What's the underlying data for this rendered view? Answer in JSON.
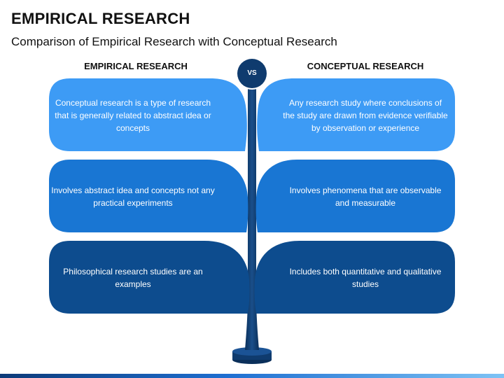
{
  "title": "EMPIRICAL RESEARCH",
  "subtitle": "Comparison of Empirical Research with Conceptual Research",
  "left_heading": "EMPIRICAL RESEARCH",
  "right_heading": "CONCEPTUAL RESEARCH",
  "vs_label": "VS",
  "colors": {
    "row1": "#3d9bf5",
    "row2": "#1976d3",
    "row3": "#0d4c8e",
    "trunk": "#0f3b6e",
    "footer": "#1e6fd1"
  },
  "rows": [
    {
      "left": "Conceptual research is a type of research that is generally related to abstract idea or concepts",
      "right": "Any research study where conclusions of the study are drawn from evidence verifiable by observation or experience"
    },
    {
      "left": "Involves abstract idea and concepts not any practical experiments",
      "right": "Involves phenomena that are observable and measurable"
    },
    {
      "left": "Philosophical research studies are an examples",
      "right": "Includes both quantitative and qualitative studies"
    }
  ]
}
